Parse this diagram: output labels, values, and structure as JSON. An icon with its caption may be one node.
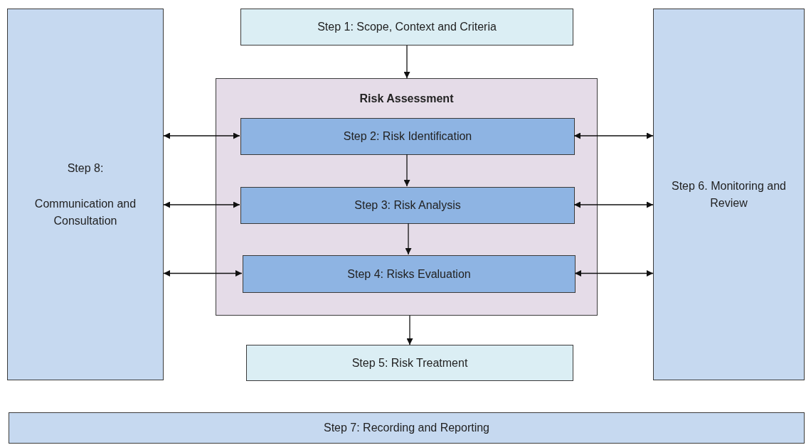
{
  "diagram": {
    "nodes": [
      {
        "text": [
          "Step 8:",
          "Communication and Consultation"
        ]
      },
      {
        "text": [
          "Step 1: Scope, Context and Criteria"
        ]
      },
      {
        "text": [
          "Risk Assessment"
        ]
      },
      {
        "text": [
          "Step 2: Risk Identification"
        ],
        "in": 2
      },
      {
        "text": [
          "Step 3: Risk Analysis"
        ],
        "in": 2
      },
      {
        "text": [
          "Step 4: Risks Evaluation"
        ],
        "in": 2
      },
      {
        "text": [
          "Step 6. Monitoring and Review"
        ]
      },
      {
        "text": [
          "Step 5: Risk Treatment"
        ]
      },
      {
        "text": [
          "Step 7: Recording and Reporting"
        ]
      }
    ],
    "edges": [
      {
        "from": 1,
        "to": 2,
        "arrow": "to"
      },
      {
        "from": 0,
        "to": 3,
        "arrow": "both"
      },
      {
        "from": 3,
        "to": 6,
        "arrow": "both"
      },
      {
        "from": 3,
        "to": 4,
        "arrow": "to"
      },
      {
        "from": 0,
        "to": 4,
        "arrow": "both"
      },
      {
        "from": 4,
        "to": 6,
        "arrow": "both"
      },
      {
        "from": 4,
        "to": 5,
        "arrow": "to"
      },
      {
        "from": 0,
        "to": 5,
        "arrow": "both"
      },
      {
        "from": 5,
        "to": 6,
        "arrow": "both"
      },
      {
        "from": 2,
        "to": 7,
        "arrow": "to"
      }
    ]
  }
}
